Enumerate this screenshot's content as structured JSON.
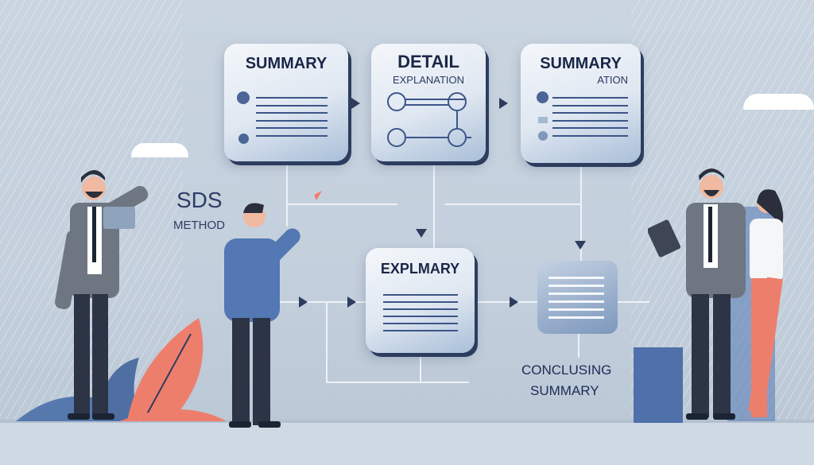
{
  "cards": {
    "summary_1": {
      "title": "SUMMARY"
    },
    "detail": {
      "title": "DETAIL",
      "subtitle": "EXPLANATION"
    },
    "summary_2": {
      "title": "SUMMARY",
      "subtitle": "ATION"
    },
    "middle": {
      "title": "EXPLMARY"
    }
  },
  "labels": {
    "sds": "SDS",
    "method": "METHOD",
    "conclusing": "CONCLUSING",
    "summary": "SUMMARY"
  },
  "colors": {
    "accent": "#2d3d5f",
    "coral": "#ee7e6c",
    "shirt_blue": "#5478b3"
  }
}
